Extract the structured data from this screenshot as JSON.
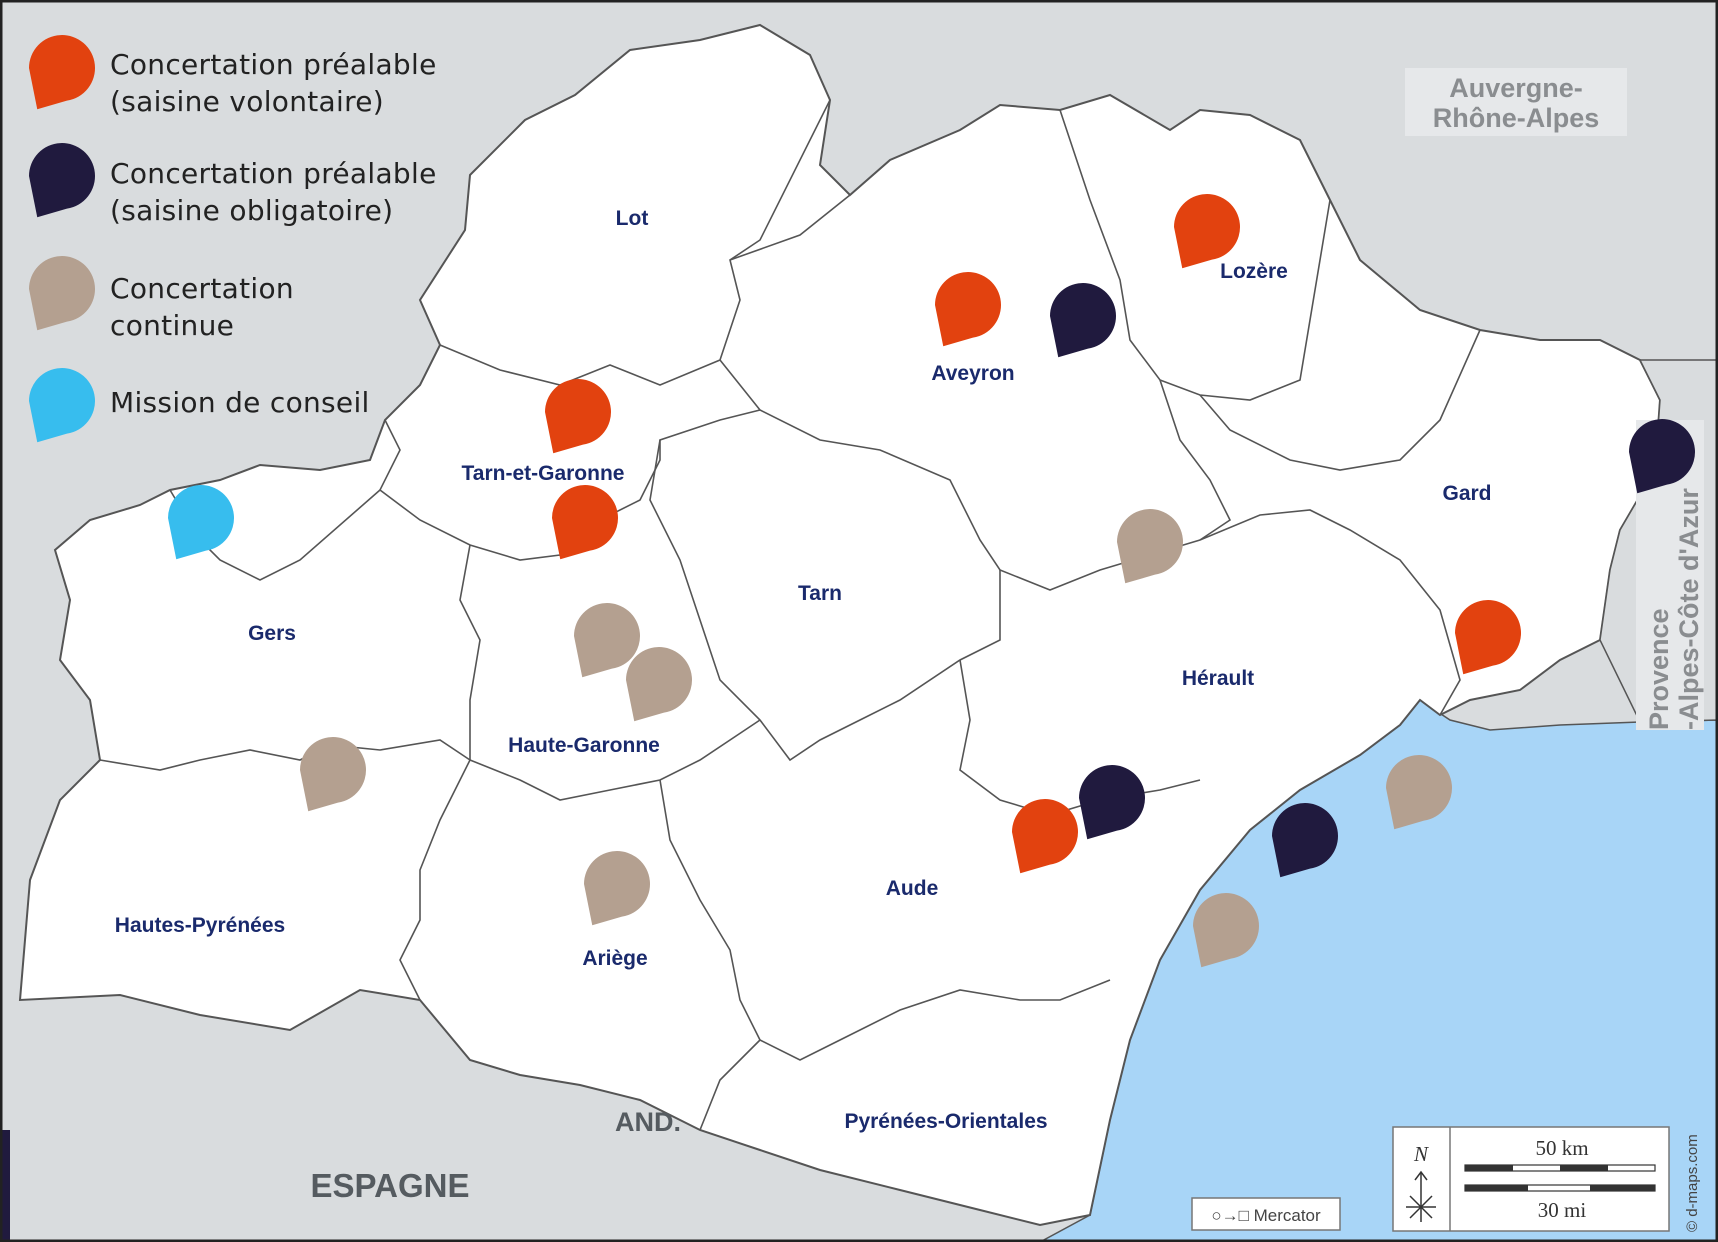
{
  "legend": {
    "items": [
      {
        "key": "volontaire",
        "line1": "Concertation préalable",
        "line2": "(saisine volontaire)",
        "color": "#e2420f"
      },
      {
        "key": "obligatoire",
        "line1": "Concertation préalable",
        "line2": "(saisine obligatoire)",
        "color": "#201a3e"
      },
      {
        "key": "continue",
        "line1": "Concertation",
        "line2": "continue",
        "color": "#b4a090"
      },
      {
        "key": "conseil",
        "line1": "Mission de conseil",
        "line2": "",
        "color": "#37bdee"
      }
    ]
  },
  "departments": [
    "Lot",
    "Lozère",
    "Aveyron",
    "Tarn-et-Garonne",
    "Gard",
    "Tarn",
    "Gers",
    "Hérault",
    "Haute-Garonne",
    "Aude",
    "Hautes-Pyrénées",
    "Ariège",
    "Pyrénées-Orientales"
  ],
  "regions": {
    "auvergne_line1": "Auvergne-",
    "auvergne_line2": "Rhône-Alpes",
    "provence_line1": "Provence",
    "provence_line2": "-Alpes-Côte d'Azur",
    "espagne": "ESPAGNE",
    "andorre": "AND."
  },
  "scale": {
    "north": "N",
    "km": "50 km",
    "mi": "30 mi",
    "projection": "○→□ Mercator",
    "credit": "© d-maps.com"
  },
  "colors": {
    "sea": "#a8d5f7",
    "outside": "#d9dcde",
    "land": "#ffffff",
    "border": "#555555"
  }
}
